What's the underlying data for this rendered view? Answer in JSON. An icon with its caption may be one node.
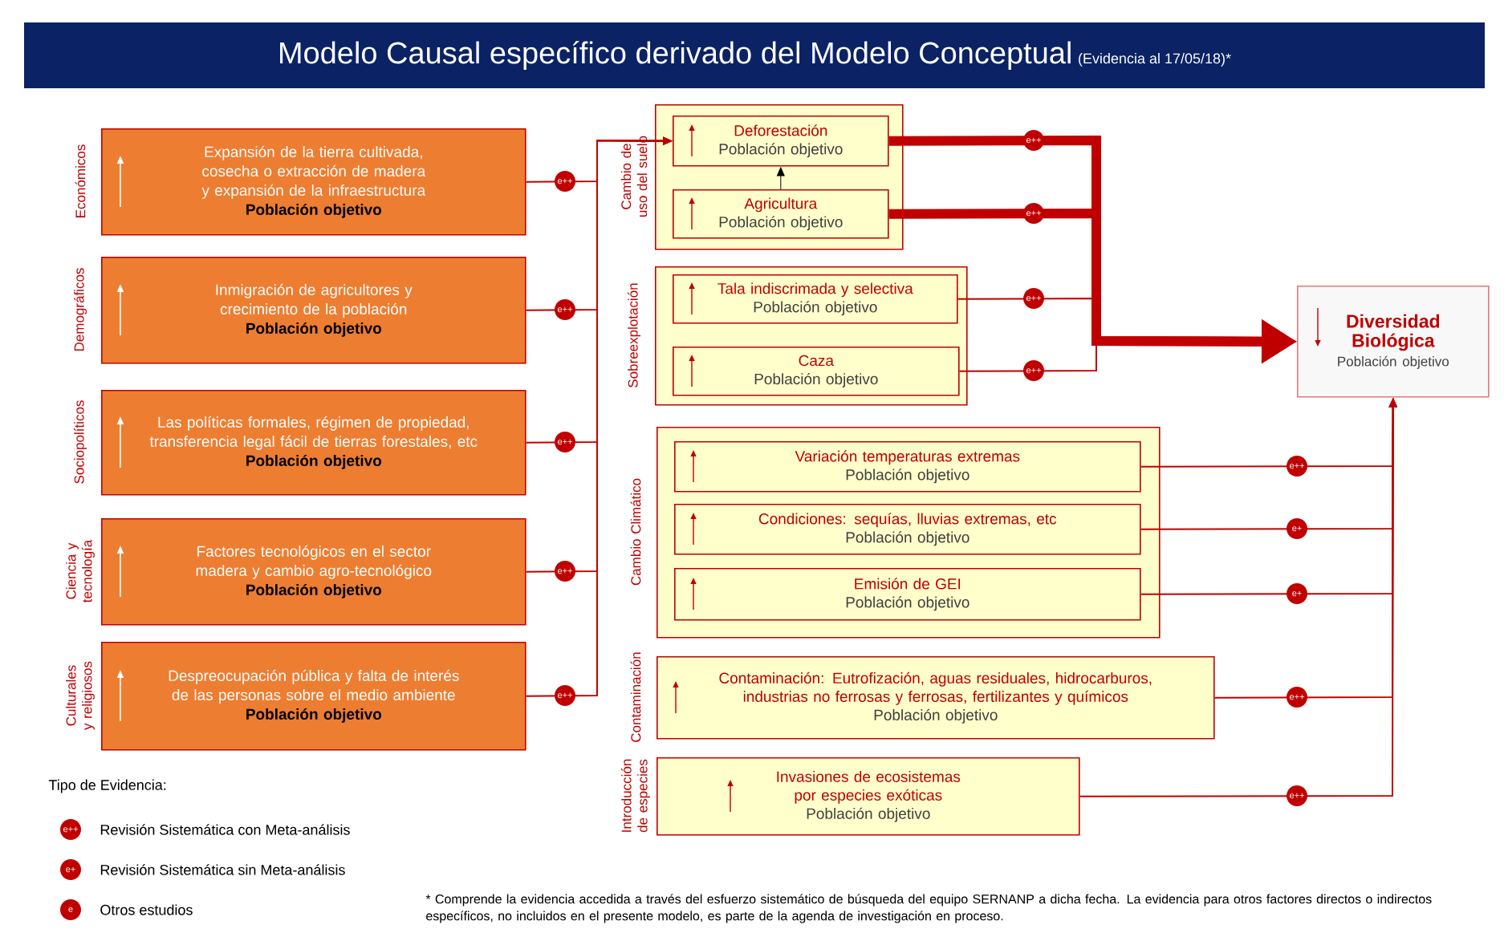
{
  "diagram": {
    "title": "Modelo Causal específico derivado del Modelo Conceptual",
    "caption": "* Comprende la evidencia accedida a través del esfuerzo sistemático de búsqueda del equipo SERNANP a dicha fecha. La evidencia para otros factores directos o indirectos específicos, no incluidos en el presente modelo, es parte de la agenda de investigación en proceso.",
    "nodes": [
      {
        "text": [
          "Expansión de la tierra cultivada, cosecha o extracción de madera y expansión de la infraestructura",
          "Población objetivo"
        ],
        "beside": [
          "Económicos"
        ]
      },
      {
        "text": [
          "Inmigración de agricultores y crecimiento de la población",
          "Población objetivo"
        ],
        "beside": [
          "Demográficos"
        ]
      },
      {
        "text": [
          "Las políticas formales, régimen de propiedad, transferencia legal fácil de tierras forestales, etc",
          "Población objetivo"
        ],
        "beside": [
          "Sociopolíticos"
        ]
      },
      {
        "text": [
          "Factores tecnológicos en el sector madera y cambio agro-tecnológico",
          "Población objetivo"
        ],
        "beside": [
          "Ciencia y tecnología"
        ]
      },
      {
        "text": [
          "Despreocupación pública y falta de interés de las personas sobre el medio ambiente",
          "Población objetivo"
        ],
        "beside": [
          "Culturales y religiosos"
        ]
      },
      {
        "text": [
          "Cambio de uso del suelo"
        ]
      },
      {
        "text": [
          "Deforestación",
          "Población objetivo"
        ],
        "in": 5
      },
      {
        "text": [
          "Agricultura",
          "Población objetivo"
        ],
        "in": 5
      },
      {
        "text": [
          "Sobreexplotación"
        ]
      },
      {
        "text": [
          "Tala indiscrimada y selectiva",
          "Población objetivo"
        ],
        "in": 8
      },
      {
        "text": [
          "Caza",
          "Población objetivo"
        ],
        "in": 8
      },
      {
        "text": [
          "Cambio Climático"
        ]
      },
      {
        "text": [
          "Variación temperaturas extremas",
          "Población objetivo"
        ],
        "in": 11
      },
      {
        "text": [
          "Condiciones: sequías, lluvias extremas, etc",
          "Población objetivo"
        ],
        "in": 11
      },
      {
        "text": [
          "Emisión de GEI",
          "Población objetivo"
        ],
        "in": 11
      },
      {
        "text": [
          "Contaminación: Eutrofización, aguas residuales, hidrocarburos, industrias no ferrosas y ferrosas, fertilizantes y químicos",
          "Población objetivo"
        ],
        "beside": [
          "Contaminación"
        ]
      },
      {
        "text": [
          "Invasiones de ecosistemas por especies exóticas",
          "Población objetivo"
        ],
        "beside": [
          "Introducción de especies"
        ]
      },
      {
        "text": [
          "Diversidad Biológica",
          "Población objetivo"
        ]
      }
    ],
    "edges": [
      {
        "from": 0,
        "to": 6,
        "arrow": "to",
        "label": "e++"
      },
      {
        "from": 1,
        "to": 6,
        "arrow": "to",
        "label": "e++"
      },
      {
        "from": 2,
        "to": 6,
        "arrow": "to",
        "label": "e++"
      },
      {
        "from": 3,
        "to": 6,
        "arrow": "to",
        "label": "e++"
      },
      {
        "from": 4,
        "to": 6,
        "arrow": "to",
        "label": "e++"
      },
      {
        "from": 7,
        "to": 6,
        "arrow": "to",
        "color": "#000000"
      },
      {
        "from": 6,
        "to": 17,
        "arrow": "to",
        "label": "e++",
        "style": "thick"
      },
      {
        "from": 7,
        "to": 17,
        "arrow": "to",
        "label": "e++",
        "style": "thick"
      },
      {
        "from": 9,
        "to": 17,
        "arrow": "to",
        "label": "e++"
      },
      {
        "from": 10,
        "to": 17,
        "arrow": "to",
        "label": "e++"
      },
      {
        "from": 12,
        "to": 17,
        "arrow": "to",
        "label": "e++"
      },
      {
        "from": 13,
        "to": 17,
        "arrow": "to",
        "label": "e+"
      },
      {
        "from": 14,
        "to": 17,
        "arrow": "to",
        "label": "e+"
      },
      {
        "from": 15,
        "to": 17,
        "arrow": "to",
        "label": "e++"
      },
      {
        "from": 16,
        "to": 17,
        "arrow": "to",
        "label": "e++"
      }
    ],
    "labels": [
      "(Evidencia al 17/05/18)*",
      "Tipo de Evidencia:",
      "e++",
      "e+",
      "e"
    ],
    "legend": [
      {
        "text": "Revisión Sistemática con Meta-análisis"
      },
      {
        "text": "Revisión Sistemática sin Meta-análisis"
      },
      {
        "text": "Otros estudios"
      }
    ]
  }
}
